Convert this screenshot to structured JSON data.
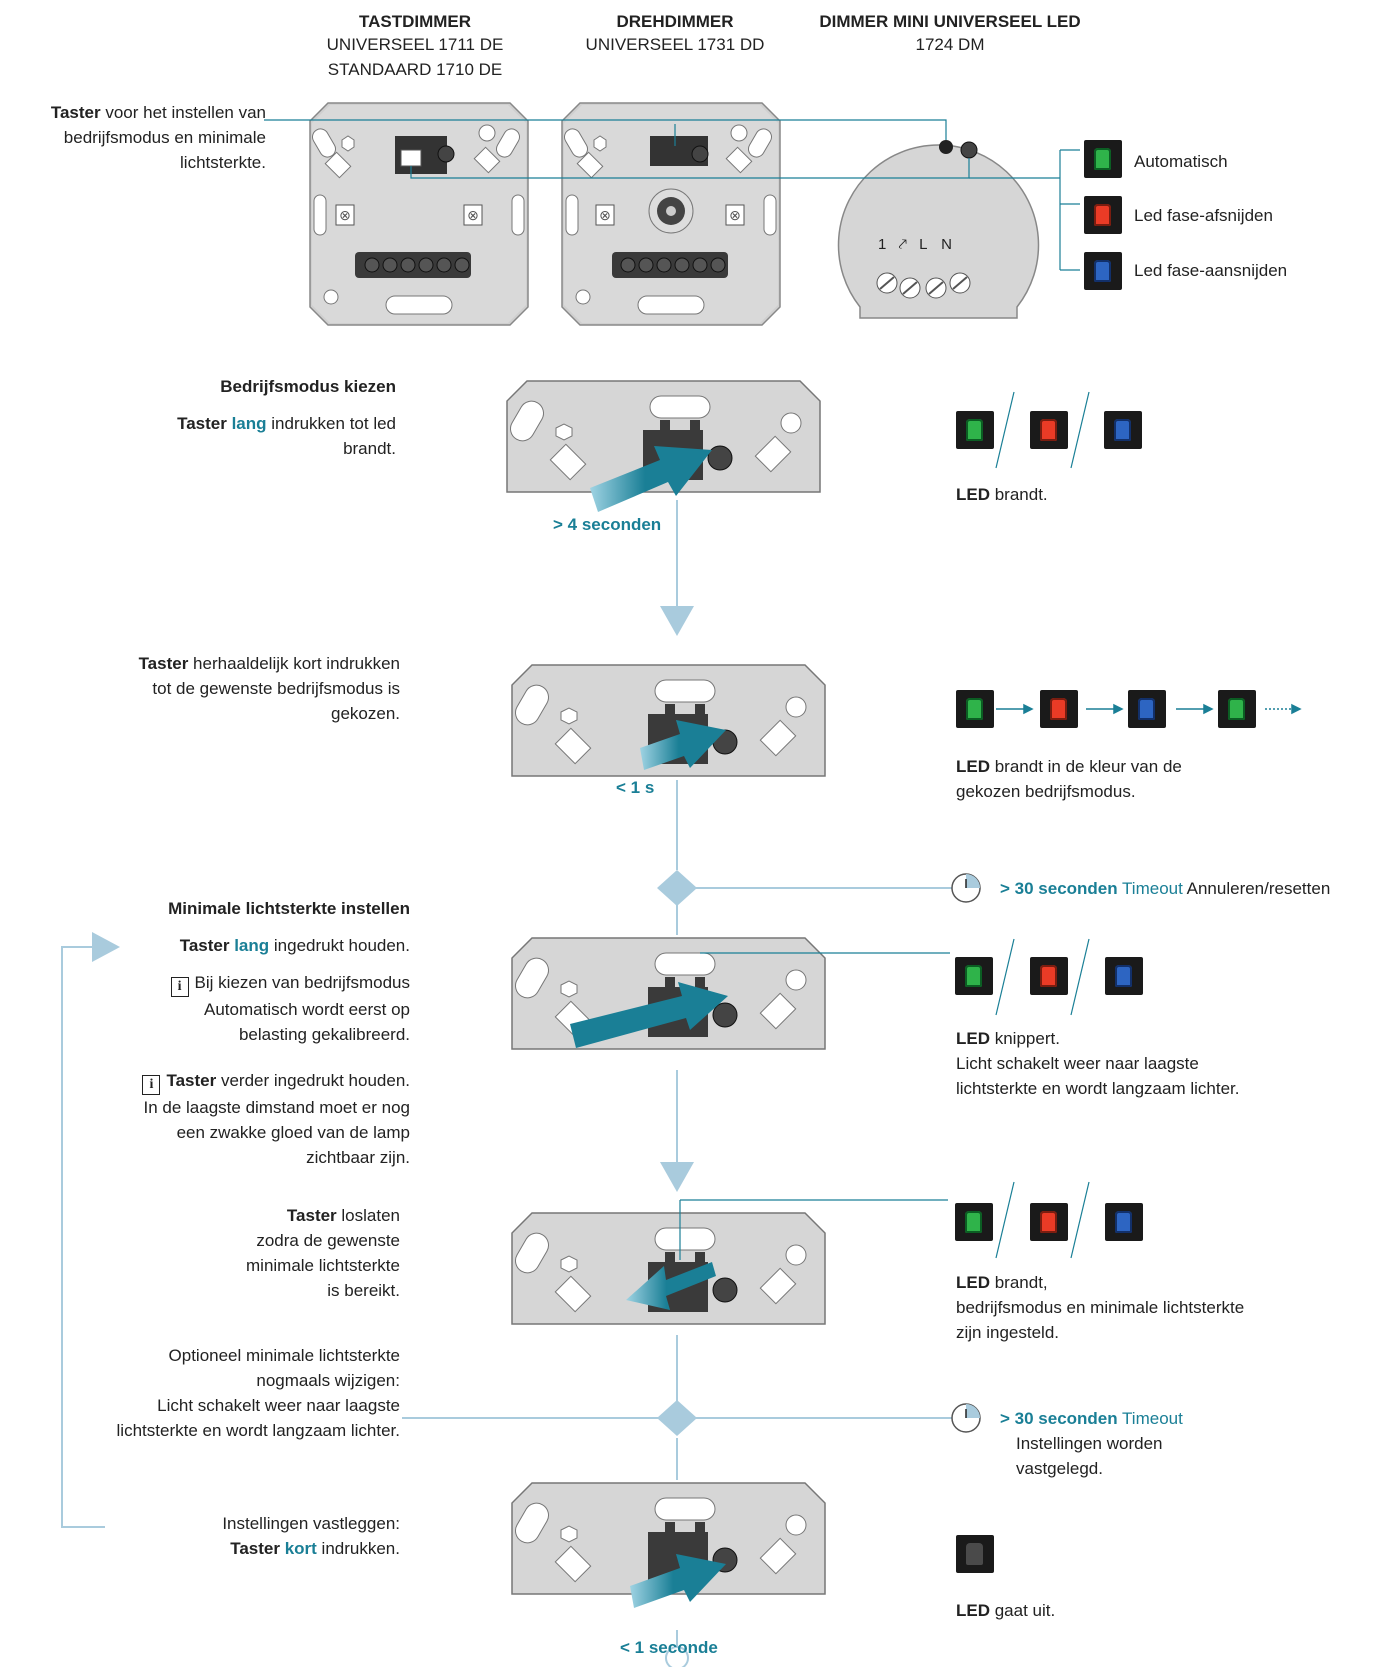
{
  "devices": [
    {
      "name": "TASTDIMMER",
      "line1": "UNIVERSEEL  1711 DE",
      "line2": "STANDAARD 1710 DE"
    },
    {
      "name": "DREHDIMMER",
      "line1": "UNIVERSEEL 1731 DD",
      "line2": ""
    },
    {
      "name": "DIMMER MINI UNIVERSEEL LED",
      "line1": "1724 DM",
      "line2": ""
    }
  ],
  "taster_label": {
    "bold": "Taster",
    "line1": " voor het instellen van",
    "line2": "bedrijfsmodus en minimale",
    "line3": "lichtsterkte."
  },
  "terminal_labels": {
    "t1": "1",
    "t3": "L",
    "t4": "N"
  },
  "modes": [
    {
      "label": "Automatisch",
      "color": "#2fb34a"
    },
    {
      "label": "Led fase-afsnijden",
      "color": "#ea3b26"
    },
    {
      "label": "Led fase-aansnijden",
      "color": "#2d65c2"
    }
  ],
  "steps": {
    "s1": {
      "title": "Bedrijfsmodus kiezen",
      "l1a": "Taster",
      "l1b": "lang",
      "l1c": " indrukken tot led",
      "l2": "brandt.",
      "duration": "> 4 seconden",
      "led_bold": "LED",
      "led_text": " brandt."
    },
    "s2": {
      "l1a": "Taster",
      "l1b": " herhaaldelijk kort indrukken",
      "l2": "tot de gewenste bedrijfsmodus is",
      "l3": "gekozen.",
      "duration": "< 1 s",
      "led_bold": "LED",
      "led_l1": " brandt in de kleur van de",
      "led_l2": "gekozen bedrijfsmodus."
    },
    "t1": {
      "bold": "> 30 seconden",
      "teal": " Timeout",
      "text": " Annuleren/resetten"
    },
    "s3": {
      "title": "Minimale lichtsterkte instellen",
      "l1a": "Taster",
      "l1b": "lang",
      "l1c": " ingedrukt houden.",
      "i1": "Bij kiezen van bedrijfsmodus",
      "i2": "Automatisch wordt eerst op",
      "i3": "belasting gekalibreerd.",
      "i4a": "Taster",
      "i4b": " verder  ingedrukt houden.",
      "i5": "In de laagste dimstand moet er nog",
      "i6": "een zwakke gloed van de lamp",
      "i7": "zichtbaar zijn.",
      "info_icon": "i",
      "led_bold": "LED",
      "led_l1": " knippert.",
      "led_l2": "Licht schakelt weer naar laagste",
      "led_l3": "lichtsterkte en wordt langzaam lichter."
    },
    "s4": {
      "l1a": "Taster",
      "l1b": " loslaten",
      "l2": "zodra de gewenste",
      "l3": "minimale lichtsterkte",
      "l4": "is bereikt.",
      "led_bold": "LED",
      "led_l1": " brandt,",
      "led_l2": "bedrijfsmodus en minimale lichtsterkte",
      "led_l3": "zijn ingesteld."
    },
    "opt": {
      "l1": "Optioneel minimale lichtsterkte",
      "l2": "nogmaals wijzigen:",
      "l3": "Licht schakelt weer naar laagste",
      "l4": "lichtsterkte en wordt langzaam lichter."
    },
    "t2": {
      "bold": "> 30 seconden",
      "teal": " Timeout",
      "l2": "Instellingen worden",
      "l3": "vastgelegd."
    },
    "s5": {
      "l1": "Instellingen vastleggen:",
      "l2a": "Taster",
      "l2b": "kort",
      "l2c": " indrukken.",
      "duration": "< 1 seconde",
      "led_bold": "LED",
      "led_text": " gaat uit."
    }
  },
  "colors": {
    "accent": "#1a7f96",
    "line": "#a9cbdd",
    "green": "#2fb34a",
    "red": "#ea3b26",
    "blue": "#2d65c2"
  }
}
